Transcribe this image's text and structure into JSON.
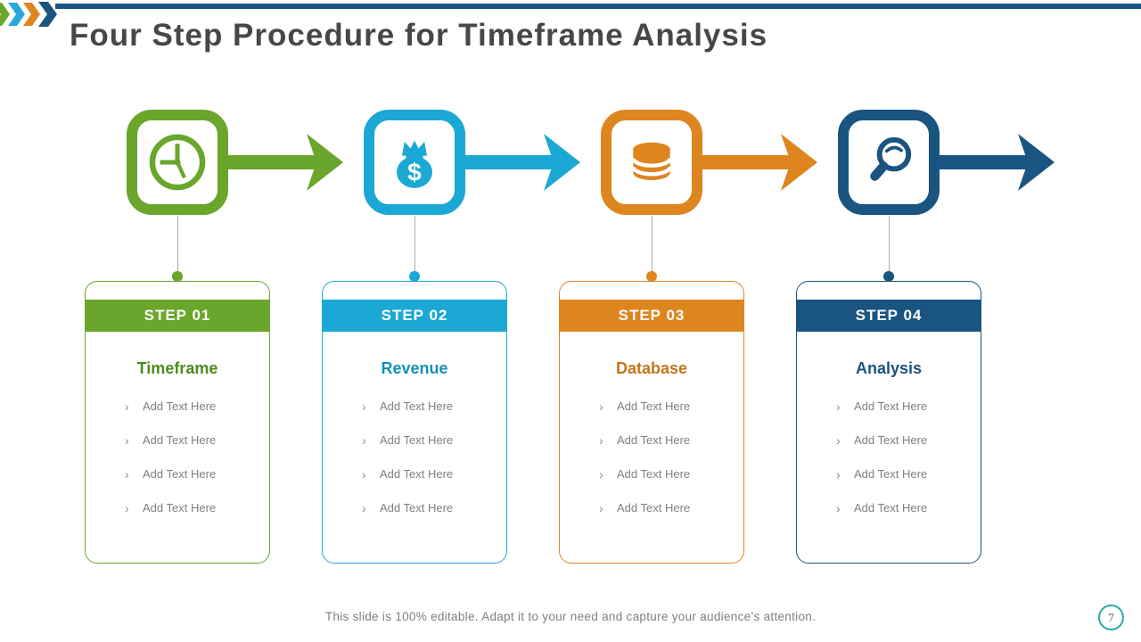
{
  "slide": {
    "title": "Four Step Procedure for Timeframe Analysis",
    "footer": "This slide is 100% editable. Adapt it to your need and capture your audience’s attention.",
    "page_number": "7"
  },
  "decor": {
    "chevron_colors": [
      "#69A62B",
      "#29A8DC",
      "#DD861F",
      "#1A5480"
    ],
    "top_line_color": "#1A5480",
    "page_badge_color": "#2EA7A7"
  },
  "bullet_char": "›",
  "steps": [
    {
      "header": "STEP 01",
      "title": "Timeframe",
      "icon": "clock-icon",
      "color": "#69A62B",
      "title_color": "#4C8A1F",
      "bullets": [
        "Add Text Here",
        "Add Text Here",
        "Add Text Here",
        "Add Text Here"
      ]
    },
    {
      "header": "STEP 02",
      "title": "Revenue",
      "icon": "money-bag-icon",
      "color": "#1BA8D4",
      "title_color": "#1591B5",
      "bullets": [
        "Add Text Here",
        "Add Text Here",
        "Add Text Here",
        "Add Text Here"
      ]
    },
    {
      "header": "STEP 03",
      "title": "Database",
      "icon": "database-icon",
      "color": "#DD861F",
      "title_color": "#C4751B",
      "bullets": [
        "Add Text Here",
        "Add Text Here",
        "Add Text Here",
        "Add Text Here"
      ]
    },
    {
      "header": "STEP 04",
      "title": "Analysis",
      "icon": "magnifier-icon",
      "color": "#1A5480",
      "title_color": "#1A5480",
      "bullets": [
        "Add Text Here",
        "Add Text Here",
        "Add Text Here",
        "Add Text Here"
      ]
    }
  ]
}
